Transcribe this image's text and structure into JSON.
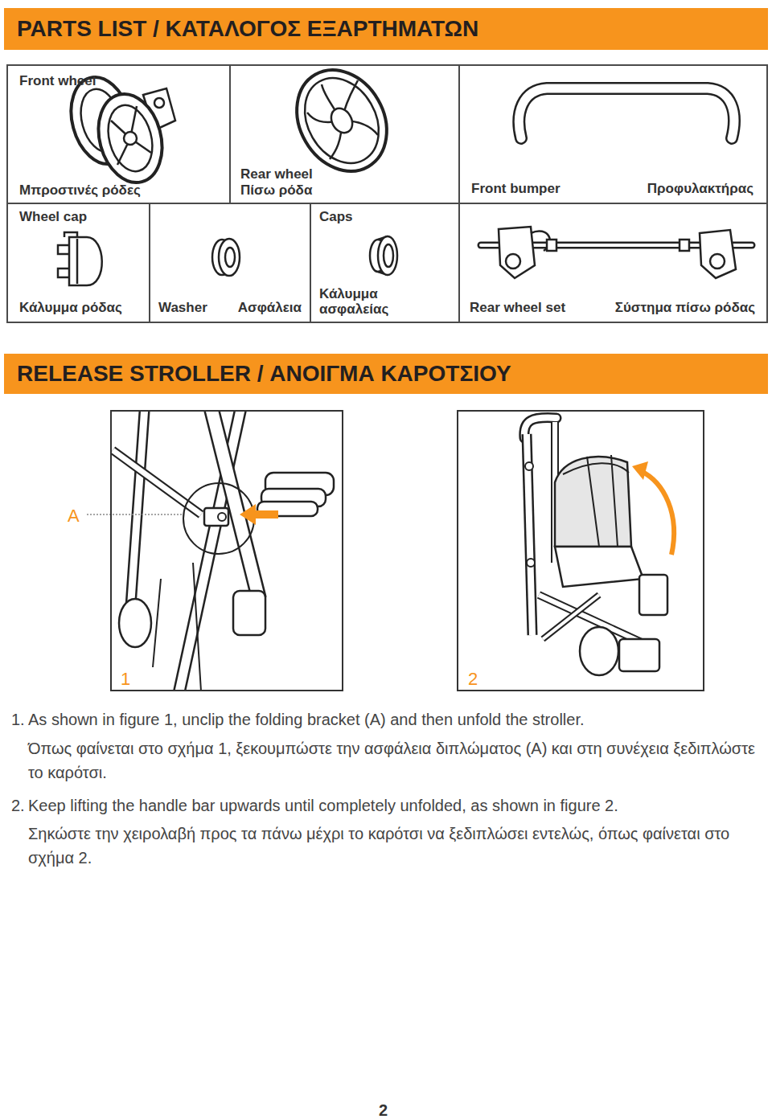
{
  "diagram": {
    "nodes": [
      {
        "text": [
          "PARTS LIST / ΚΑΤΑΛΟΓΟΣ ΕΞΑΡΤΗΜΑΤΩΝ"
        ]
      },
      {
        "text": [
          "Front wheel",
          "Μπροστινές ρόδες"
        ]
      },
      {
        "text": [
          "Rear wheel",
          "Πίσω ρόδα"
        ]
      },
      {
        "text": [
          "Front bumper",
          "Προφυλακτήρας"
        ]
      },
      {
        "text": [
          "Wheel cap",
          "Κάλυμμα ρόδας"
        ]
      },
      {
        "text": [
          "Washer",
          "Ασφάλεια"
        ]
      },
      {
        "text": [
          "Caps",
          "Κάλυμμα ασφαλείας"
        ]
      },
      {
        "text": [
          "Rear wheel set",
          "Σύστημα πίσω ρόδας"
        ]
      },
      {
        "text": [
          "RELEASE STROLLER / ΑΝΟΙΓΜΑ ΚΑΡΟΤΣΙΟΥ"
        ]
      },
      {
        "text": [
          "1"
        ]
      },
      {
        "text": [
          "2"
        ]
      }
    ],
    "labels": [
      "A",
      "1.",
      "As shown in figure 1, unclip the folding bracket (A) and then unfold the stroller.",
      "Όπως φαίνεται στο σχήμα 1, ξεκουμπώστε την ασφάλεια διπλώματος (A) και στη συνέχεια ξεδιπλώστε το καρότσι.",
      "2.",
      "Keep lifting the handle bar upwards until completely unfolded, as shown in figure 2.",
      "Σηκώστε την χειρολαβή προς τα πάνω μέχρι το καρότσι να ξεδιπλώσει εντελώς, όπως φαίνεται στο σχήμα 2.",
      "2"
    ]
  }
}
